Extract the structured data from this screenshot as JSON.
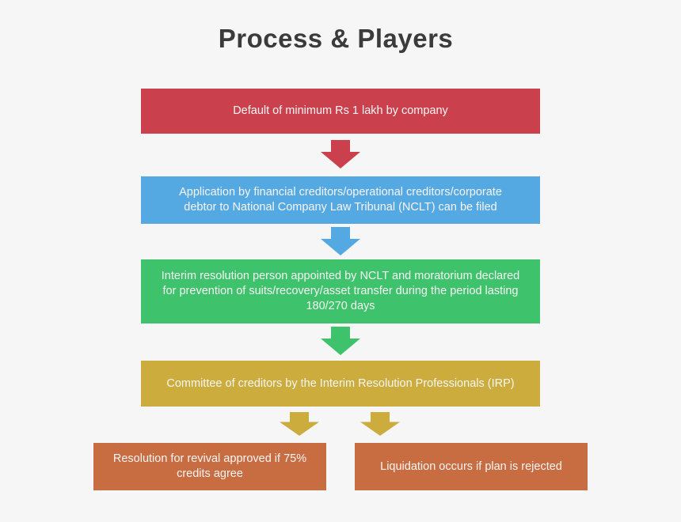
{
  "title": "Process & Players",
  "colors": {
    "background": "#F6F6F6",
    "title_text": "#3B3B3B",
    "box_text": "#F7F5F5",
    "red": "#CA414D",
    "blue": "#55A9E2",
    "green": "#3EC26B",
    "gold": "#CBAC3C",
    "orange": "#C86D41"
  },
  "steps": [
    {
      "id": "default",
      "color": "#CA414D",
      "text": "Default of minimum Rs 1 lakh by company",
      "lines": [
        "Default of minimum Rs 1 lakh by company"
      ]
    },
    {
      "id": "application",
      "color": "#55A9E2",
      "text": "Application by financial creditors/operational creditors/corporate debtor to National Company Law Tribunal (NCLT) can be filed",
      "lines": [
        "Application by financial creditors/operational creditors/corporate",
        "debtor to National Company Law Tribunal (NCLT) can be filed"
      ]
    },
    {
      "id": "interim-resolution",
      "color": "#3EC26B",
      "text": "Interim resolution person appointed by NCLT and moratorium declared for prevention of suits/recovery/asset transfer during the period lasting 180/270 days",
      "lines": [
        "Interim resolution person appointed by NCLT and moratorium declared",
        "for prevention of suits/recovery/asset transfer during the period lasting",
        "180/270 days"
      ]
    },
    {
      "id": "committee-of-creditors",
      "color": "#CBAC3C",
      "text": "Committee of creditors by the Interim Resolution Professionals (IRP)",
      "lines": [
        "Committee of creditors by the Interim Resolution Professionals (IRP)"
      ]
    }
  ],
  "outcomes": [
    {
      "id": "revival",
      "color": "#C86D41",
      "text": "Resolution for revival approved if 75% credits agree",
      "lines": [
        "Resolution for revival approved if 75%",
        "credits agree"
      ]
    },
    {
      "id": "liquidation",
      "color": "#C86D41",
      "text": "Liquidation occurs if plan is rejected",
      "lines": [
        "Liquidation occurs if plan is rejected"
      ]
    }
  ]
}
